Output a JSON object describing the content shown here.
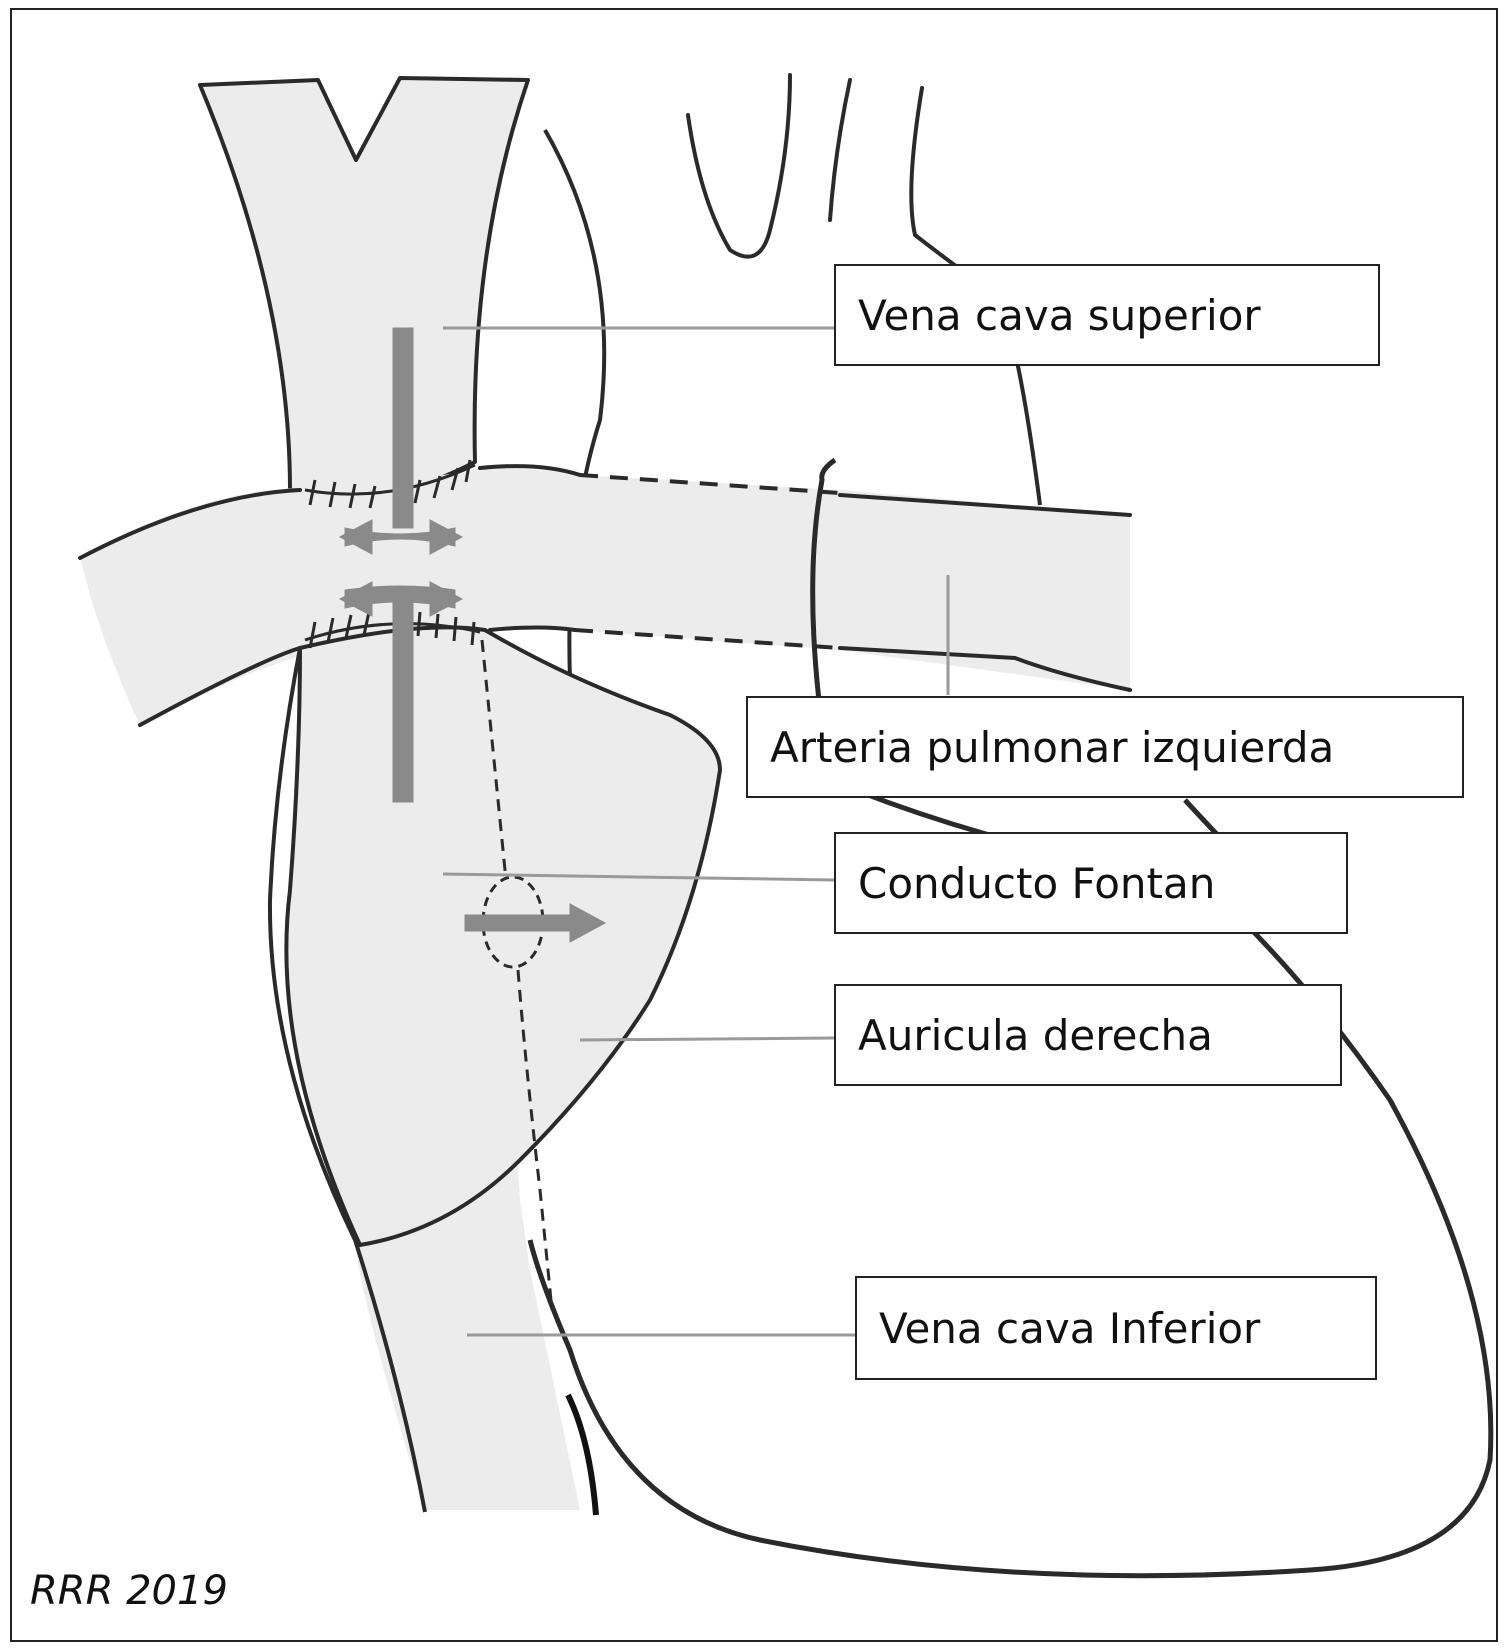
{
  "labels": {
    "svc": "Vena cava superior",
    "lpa": "Arteria pulmonar izquierda",
    "fontan": "Conducto Fontan",
    "ra": "Auricula derecha",
    "ivc": "Vena cava Inferior"
  },
  "credit": "RRR 2019",
  "colors": {
    "fill": "#ececec",
    "outline": "#2a2a2a",
    "arrow": "#8a8a8a",
    "leader": "#9a9a9a"
  }
}
